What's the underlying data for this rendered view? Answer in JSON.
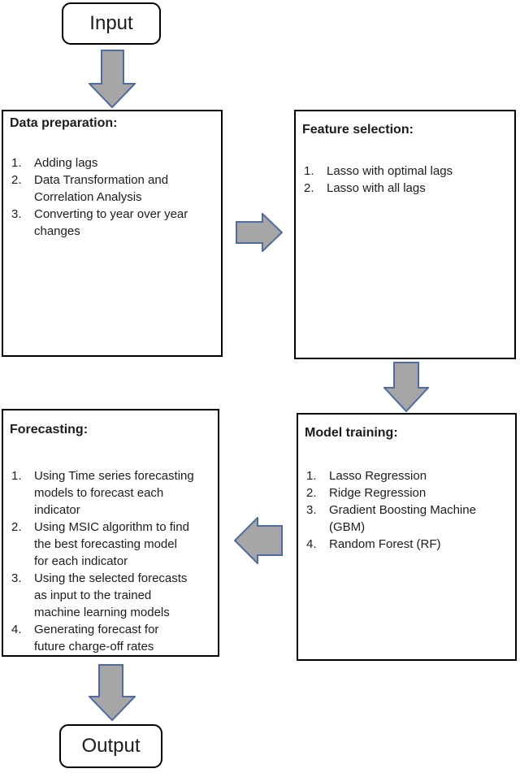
{
  "colors": {
    "background": "#ffffff",
    "box_border": "#000000",
    "text": "#1c1c1c",
    "arrow_fill": "#a6a6a6",
    "arrow_stroke": "#4f6c9f"
  },
  "terminals": {
    "input_label": "Input",
    "output_label": "Output"
  },
  "boxes": [
    {
      "title": "Data preparation:",
      "items": [
        {
          "num": "1.",
          "text": "Adding lags"
        },
        {
          "num": "2.",
          "text": "Data Transformation and\nCorrelation Analysis"
        },
        {
          "num": "3.",
          "text": "Converting to year over year\nchanges"
        }
      ]
    },
    {
      "title": "Feature selection:",
      "items": [
        {
          "num": "1.",
          "text": "Lasso with optimal lags"
        },
        {
          "num": "2.",
          "text": "Lasso with all lags"
        }
      ]
    },
    {
      "title": "Model training:",
      "items": [
        {
          "num": "1.",
          "text": "Lasso Regression"
        },
        {
          "num": "2.",
          "text": "Ridge Regression"
        },
        {
          "num": "3.",
          "text": "Gradient Boosting Machine\n(GBM)"
        },
        {
          "num": "4.",
          "text": "Random Forest (RF)"
        }
      ]
    },
    {
      "title": "Forecasting:",
      "items": [
        {
          "num": "1.",
          "text": "Using Time series forecasting\nmodels to forecast each\nindicator"
        },
        {
          "num": "2.",
          "text": "Using MSIC algorithm to find\nthe best forecasting model\nfor each indicator"
        },
        {
          "num": "3.",
          "text": "Using the selected forecasts\nas input to the trained\nmachine learning models"
        },
        {
          "num": "4.",
          "text": "Generating forecast for\nfuture charge-off rates"
        }
      ]
    }
  ],
  "arrows": [
    {
      "name": "arrow-input-to-data-preparation",
      "direction": "down"
    },
    {
      "name": "arrow-data-preparation-to-feature-selection",
      "direction": "right"
    },
    {
      "name": "arrow-feature-selection-to-model-training",
      "direction": "down"
    },
    {
      "name": "arrow-model-training-to-forecasting",
      "direction": "left"
    },
    {
      "name": "arrow-forecasting-to-output",
      "direction": "down"
    }
  ]
}
